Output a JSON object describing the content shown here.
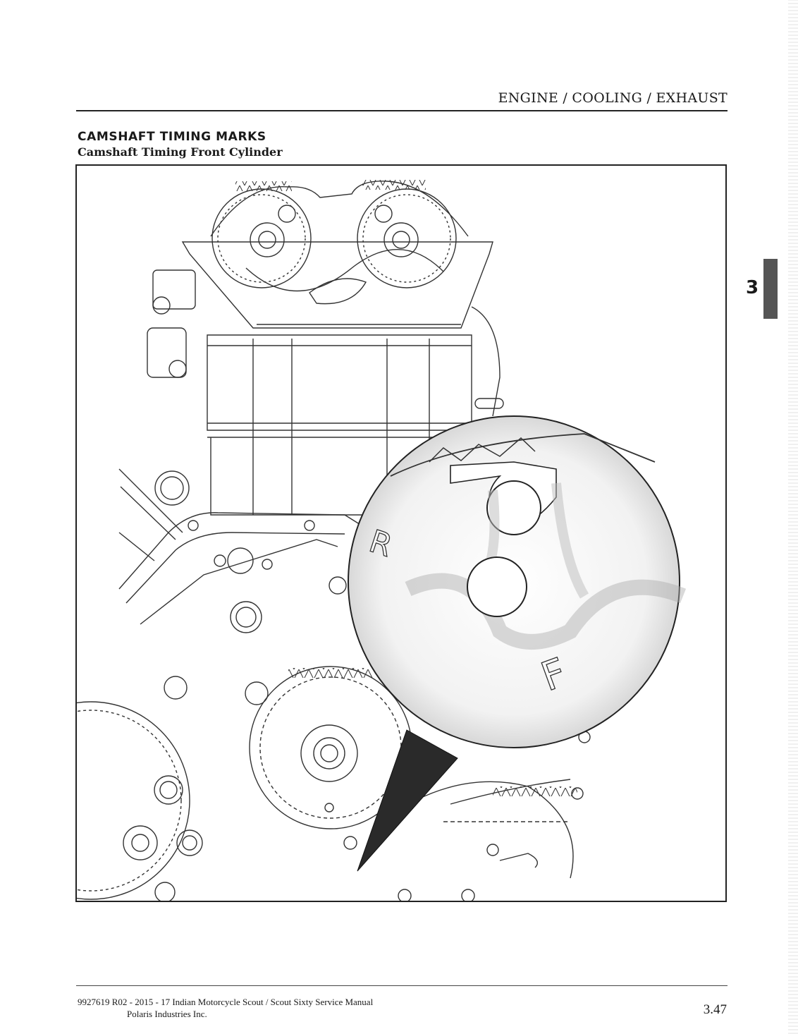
{
  "header": {
    "title": "ENGINE / COOLING / EXHAUST"
  },
  "section": {
    "title": "CAMSHAFT TIMING MARKS",
    "subtitle": "Camshaft Timing Front Cylinder"
  },
  "figure": {
    "marks": {
      "mark_r": "R",
      "mark_f": "F"
    }
  },
  "chapter_tab": {
    "number": "3"
  },
  "footer": {
    "line1": "9927619 R02 - 2015 - 17 Indian Motorcycle Scout / Scout Sixty Service Manual",
    "line2": "Polaris Industries Inc.",
    "page_number": "3.47"
  },
  "colors": {
    "ink": "#1a1a1a",
    "tab": "#555555",
    "paper": "#ffffff"
  }
}
